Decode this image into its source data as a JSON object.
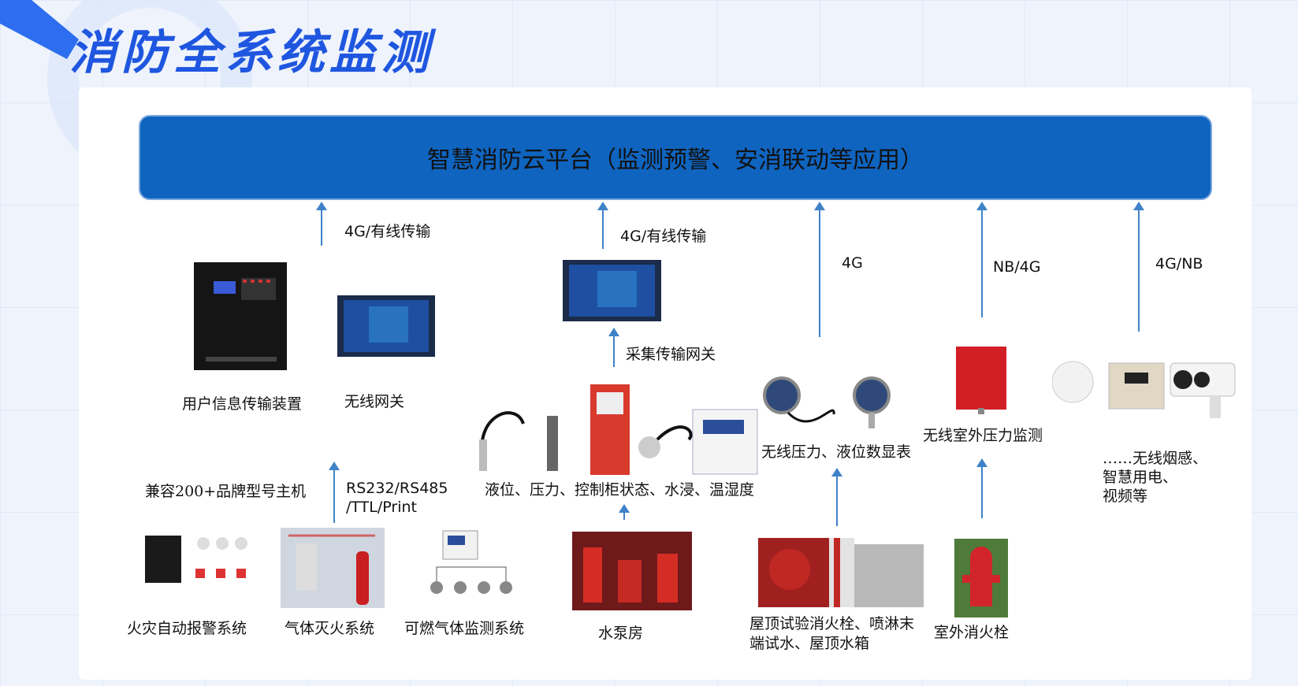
{
  "page_title": "消防全系统监测",
  "platform": "智慧消防云平台（监测预警、安消联动等应用）",
  "transports": {
    "t1": "4G/有线传输",
    "t2": "4G/有线传输",
    "t3": "4G",
    "t4": "NB/4G",
    "t5": "4G/NB",
    "rs": "RS232/RS485",
    "ttl": "/TTL/Print",
    "gateway_collect": "采集传输网关"
  },
  "devices": {
    "user_info": "用户信息传输装置",
    "wireless_gw": "无线网关",
    "compat": "兼容200+品牌型号主机",
    "sensors": "液位、压力、控制柜状态、水浸、温湿度",
    "pressure_level": "无线压力、液位数显表",
    "outdoor_pressure": "无线室外压力监测",
    "smoke_l1": "……无线烟感、",
    "smoke_l2": "智慧用电、",
    "smoke_l3": "视频等"
  },
  "systems": {
    "fire_alarm": "火灾自动报警系统",
    "gas_ext": "气体灭火系统",
    "gas_mon": "可燃气体监测系统",
    "pump": "水泵房",
    "roof_l1": "屋顶试验消火栓、喷淋末",
    "roof_l2": "端试水、屋顶水箱",
    "hydrant": "室外消火栓"
  },
  "colors": {
    "title": "#1f56e0",
    "cloud": "#0f64bf",
    "arrow": "#3f82c8"
  }
}
